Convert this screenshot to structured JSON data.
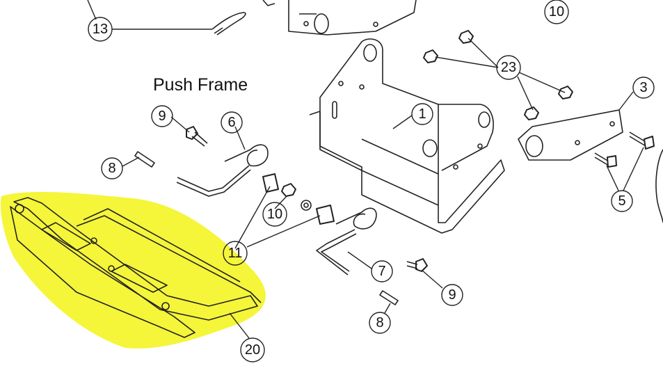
{
  "diagram": {
    "title": "Push Frame",
    "highlight_color": "#f5f53a",
    "callouts": [
      "13",
      "10",
      "23",
      "3",
      "1",
      "9",
      "6",
      "8",
      "10",
      "11",
      "5",
      "7",
      "9",
      "8",
      "20"
    ]
  }
}
